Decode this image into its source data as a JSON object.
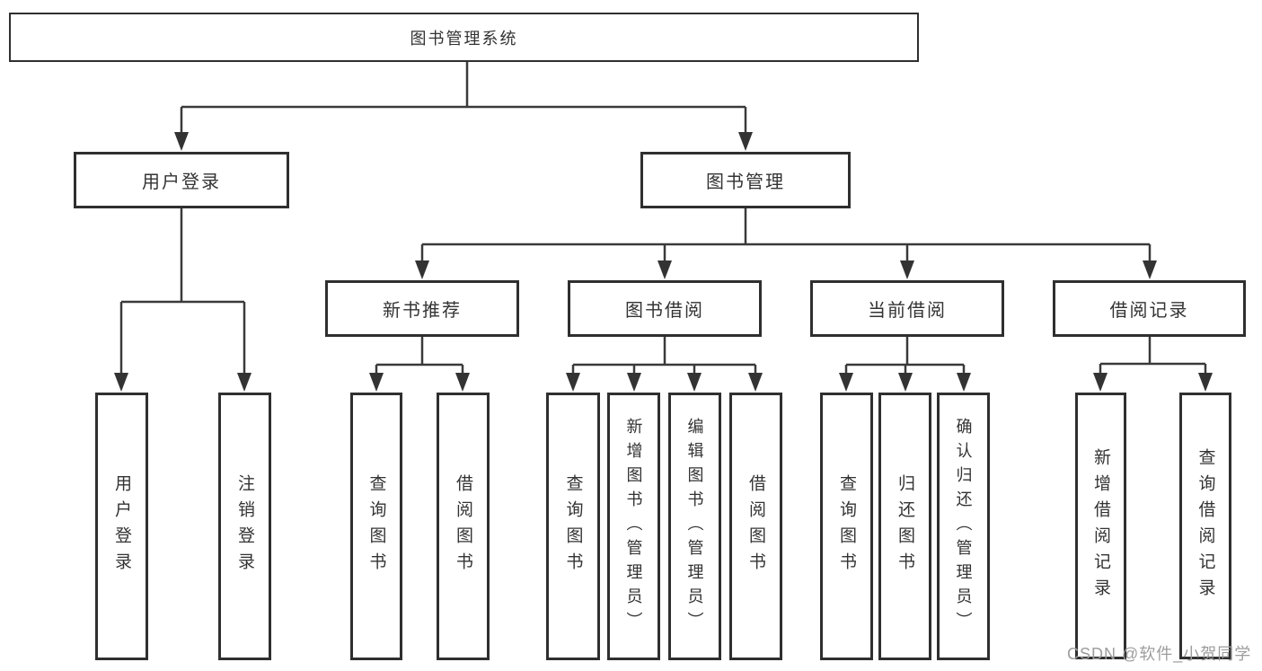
{
  "diagram_type": "hierarchy-tree",
  "colors": {
    "background": "#ffffff",
    "box_border": "#2f2f2f",
    "line": "#3a3a3a",
    "text": "#333333",
    "watermark": "#9d9d9d"
  },
  "tree": {
    "label": "图书管理系统",
    "children": [
      {
        "label": "用户登录",
        "children": [
          {
            "label": "用户登录"
          },
          {
            "label": "注销登录"
          }
        ]
      },
      {
        "label": "图书管理",
        "children": [
          {
            "label": "新书推荐",
            "children": [
              {
                "label": "查询图书"
              },
              {
                "label": "借阅图书"
              }
            ]
          },
          {
            "label": "图书借阅",
            "children": [
              {
                "label": "查询图书"
              },
              {
                "label": "新增图书（管理员）"
              },
              {
                "label": "编辑图书（管理员）"
              },
              {
                "label": "借阅图书"
              }
            ]
          },
          {
            "label": "当前借阅",
            "children": [
              {
                "label": "查询图书"
              },
              {
                "label": "归还图书"
              },
              {
                "label": "确认归还（管理员）"
              }
            ]
          },
          {
            "label": "借阅记录",
            "children": [
              {
                "label": "新增借阅记录"
              },
              {
                "label": "查询借阅记录"
              }
            ]
          }
        ]
      }
    ]
  },
  "watermark": {
    "text": "CSDN @软件_小贺同学"
  }
}
